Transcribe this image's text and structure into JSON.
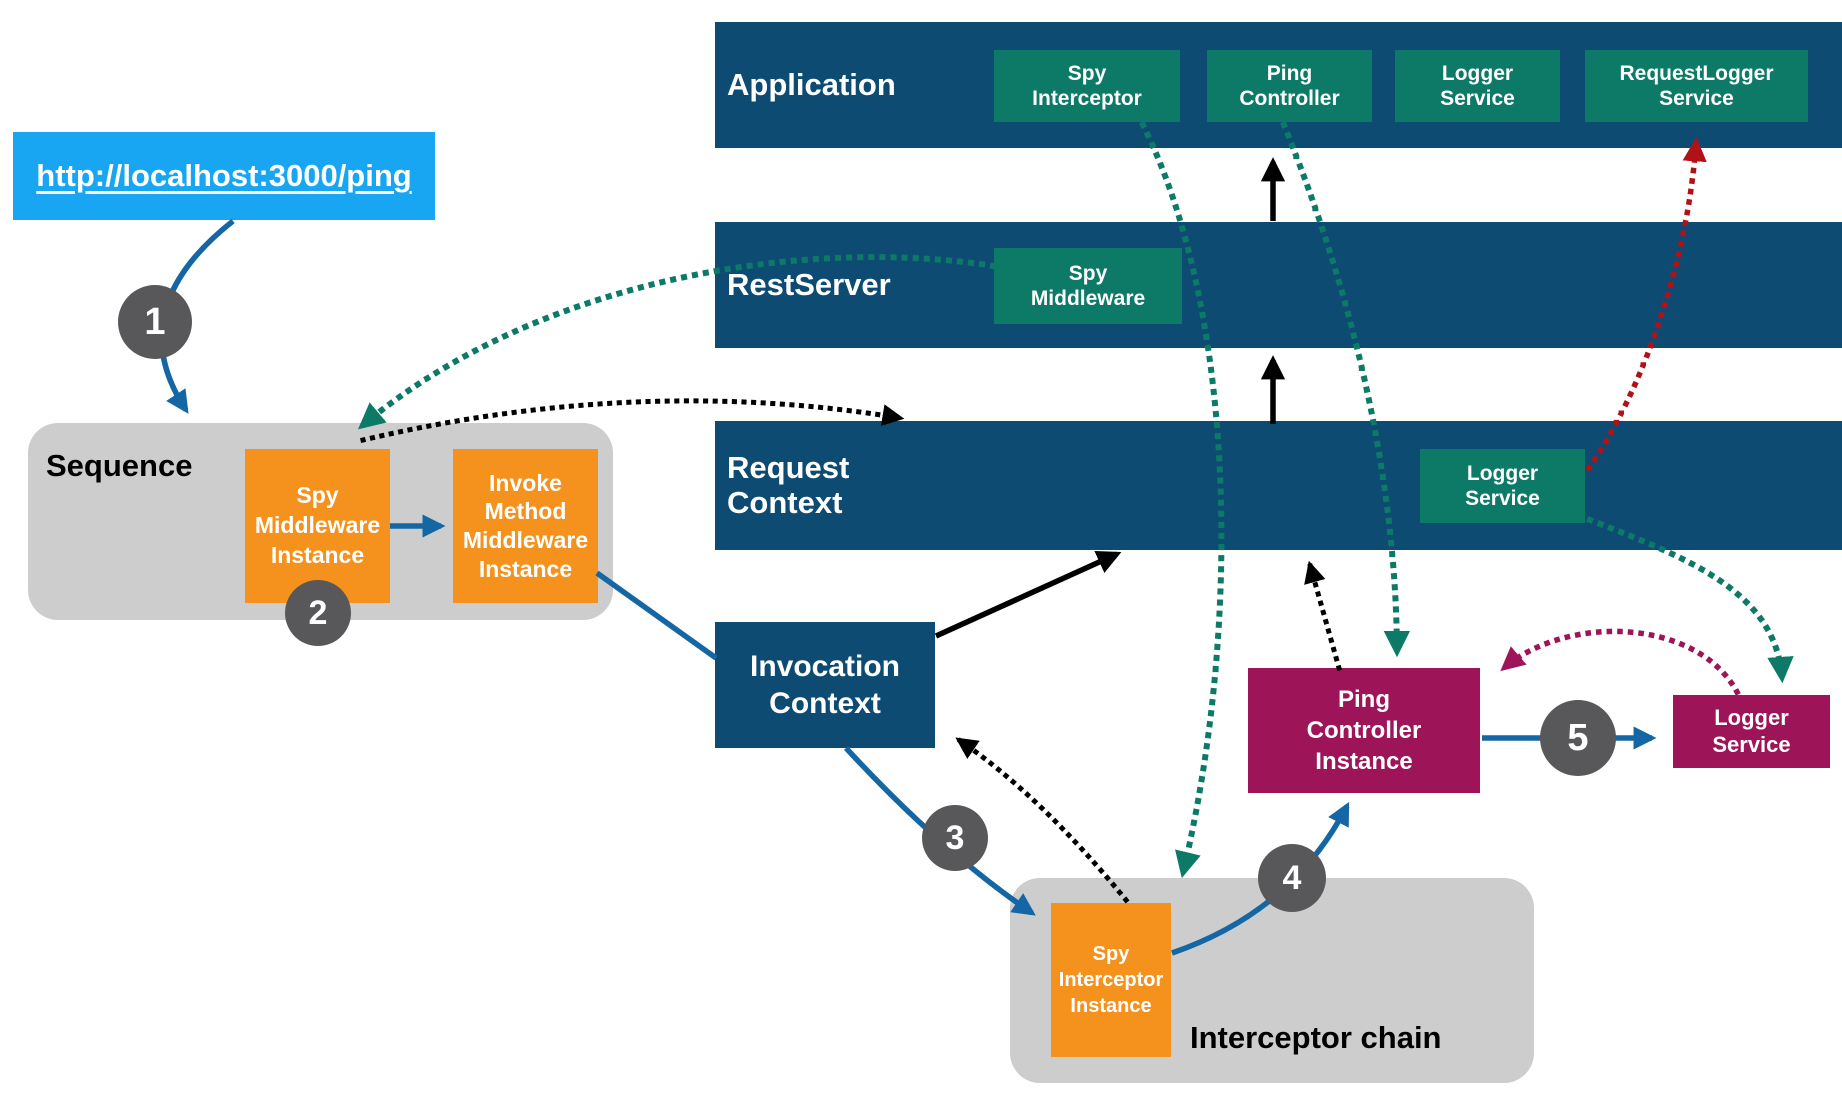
{
  "colors": {
    "navy": "#0d4b72",
    "teal": "#0d7a68",
    "orange": "#f5921e",
    "magenta": "#9e1458",
    "gray_box": "#cdcdcd",
    "circle_gray": "#58585a",
    "link_blue": "#18a6f2",
    "blue_arrow": "#1566a4",
    "red_arrow": "#b11217"
  },
  "link": {
    "label": "http://localhost:3000/ping"
  },
  "bands": {
    "application": {
      "label": "Application",
      "services": {
        "spy_interceptor": "Spy\nInterceptor",
        "ping_controller": "Ping\nController",
        "logger_service": "Logger\nService",
        "request_logger_service": "RequestLogger\nService"
      }
    },
    "rest_server": {
      "label": "RestServer",
      "services": {
        "spy_middleware": "Spy\nMiddleware"
      }
    },
    "request_context": {
      "label": "Request\nContext",
      "services": {
        "logger_service": "Logger\nService"
      }
    }
  },
  "sequence": {
    "title": "Sequence",
    "spy_middleware_instance": "Spy\nMiddleware\nInstance",
    "invoke_method_middleware_instance": "Invoke\nMethod\nMiddleware\nInstance"
  },
  "invocation_context": {
    "label": "Invocation\nContext"
  },
  "interceptor_chain": {
    "title": "Interceptor chain",
    "spy_interceptor_instance": "Spy\nInterceptor\nInstance"
  },
  "instances": {
    "ping_controller_instance": "Ping\nController\nInstance",
    "logger_service_instance": "Logger\nService"
  },
  "steps": [
    "1",
    "2",
    "3",
    "4",
    "5"
  ]
}
